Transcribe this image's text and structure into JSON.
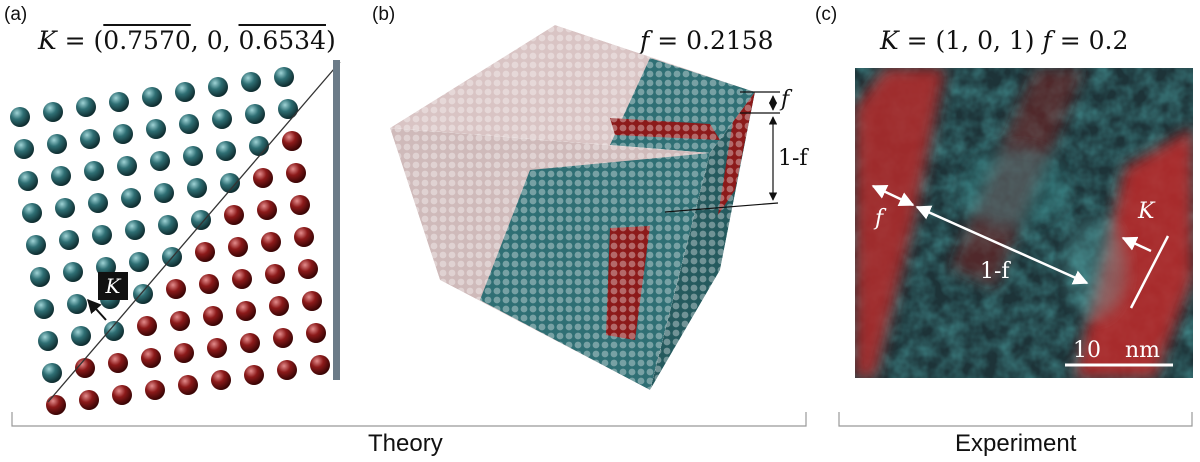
{
  "panels": {
    "a": {
      "label": "(a)",
      "eq_prefix": "K",
      "eq_v1": "0.7570",
      "eq_v2": "0",
      "eq_v3": "0.6534",
      "vector_label": "K"
    },
    "b": {
      "label": "(b)",
      "eq_var": "f",
      "eq_value": "0.2158",
      "f_label": "f",
      "one_minus_f_label": "1-f"
    },
    "c": {
      "label": "(c)",
      "eq_k": "K",
      "eq_k_value": "(1, 0, 1)",
      "eq_f": "f",
      "eq_f_value": "0.2",
      "f_label": "f",
      "one_minus_f_label": "1-f",
      "k_label": "K",
      "scalebar_value": "10",
      "scalebar_unit": "nm"
    }
  },
  "groups": {
    "theory": "Theory",
    "experiment": "Experiment"
  },
  "colors": {
    "teal": "#2f6f74",
    "red": "#8c1a1a",
    "pink": "#c8b4b4",
    "image_dark": "#1d3338"
  }
}
